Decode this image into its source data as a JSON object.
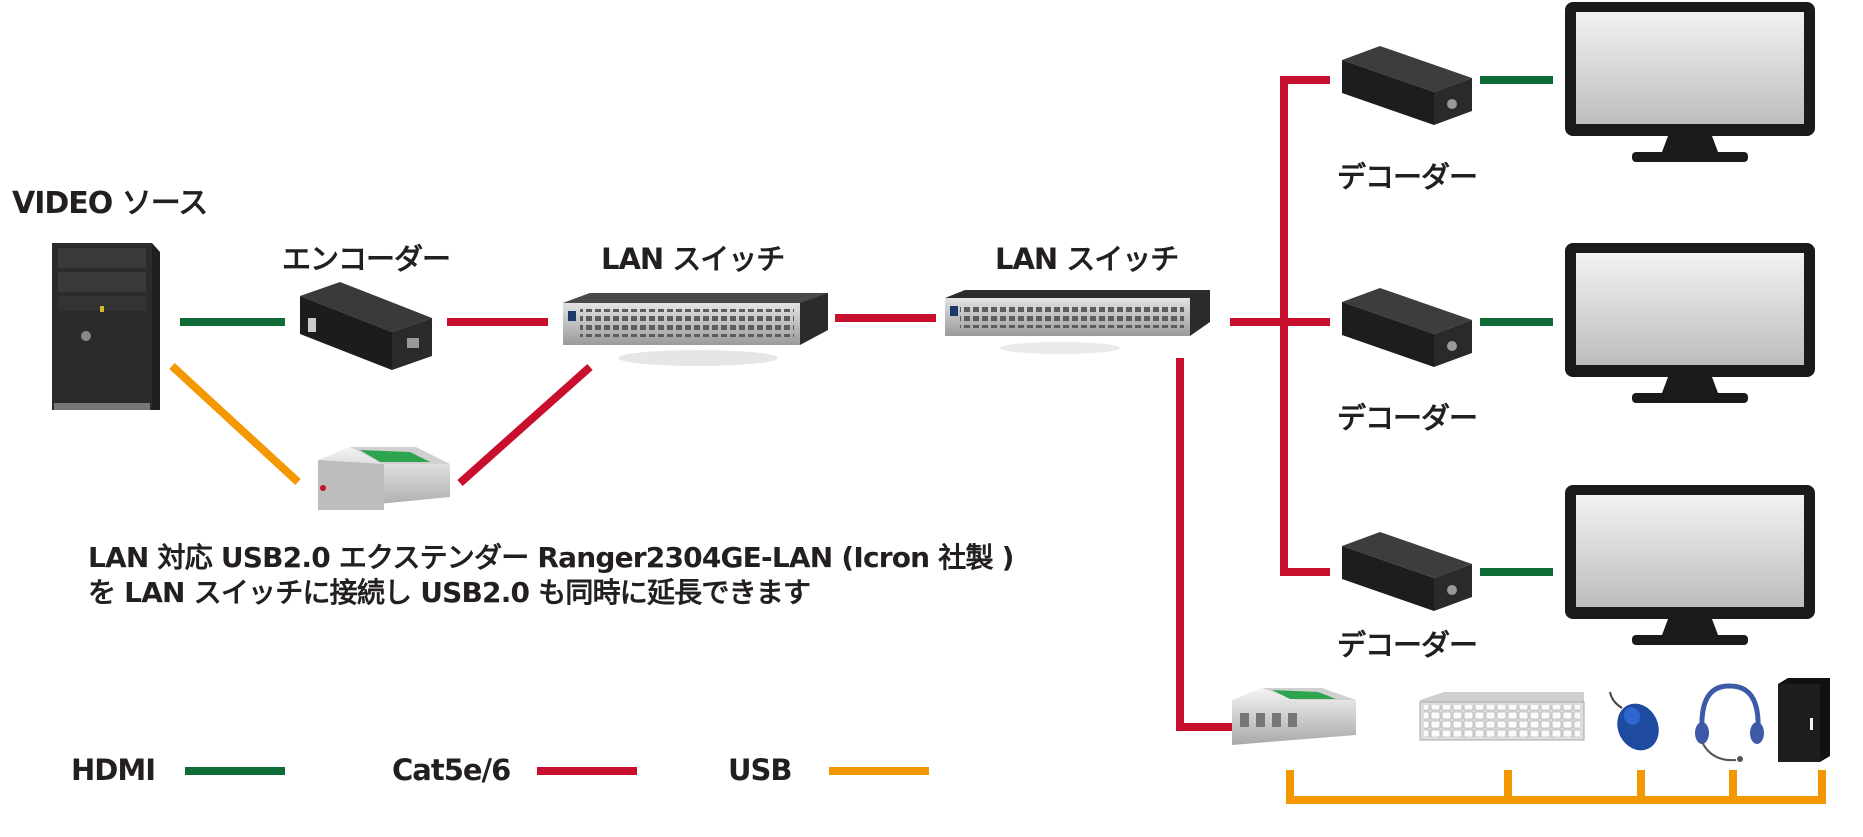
{
  "labels": {
    "video_source": "VIDEO ソース",
    "encoder": "エンコーダー",
    "lan_switch_1": "LAN スイッチ",
    "lan_switch_2": "LAN スイッチ",
    "decoder_1": "デコーダー",
    "decoder_2": "デコーダー",
    "decoder_3": "デコーダー"
  },
  "note": {
    "line1": "LAN 対応 USB2.0 エクステンダー Ranger2304GE-LAN (Icron 社製 )",
    "line2": "を LAN スイッチに接続し USB2.0 も同時に延長できます"
  },
  "legend": {
    "hdmi": {
      "label": "HDMI",
      "color": "#0e6b35"
    },
    "cat": {
      "label": "Cat5e/6",
      "color": "#c8102e"
    },
    "usb": {
      "label": "USB",
      "color": "#f39800"
    }
  },
  "icons": {
    "pc": "desktop-tower-icon",
    "encoder": "encoder-box-icon",
    "switch": "network-switch-icon",
    "decoder": "decoder-box-icon",
    "monitor": "monitor-icon",
    "usb_extender": "usb-extender-icon",
    "keyboard": "keyboard-icon",
    "mouse": "mouse-icon",
    "headset": "headset-icon",
    "drive": "external-drive-icon"
  }
}
